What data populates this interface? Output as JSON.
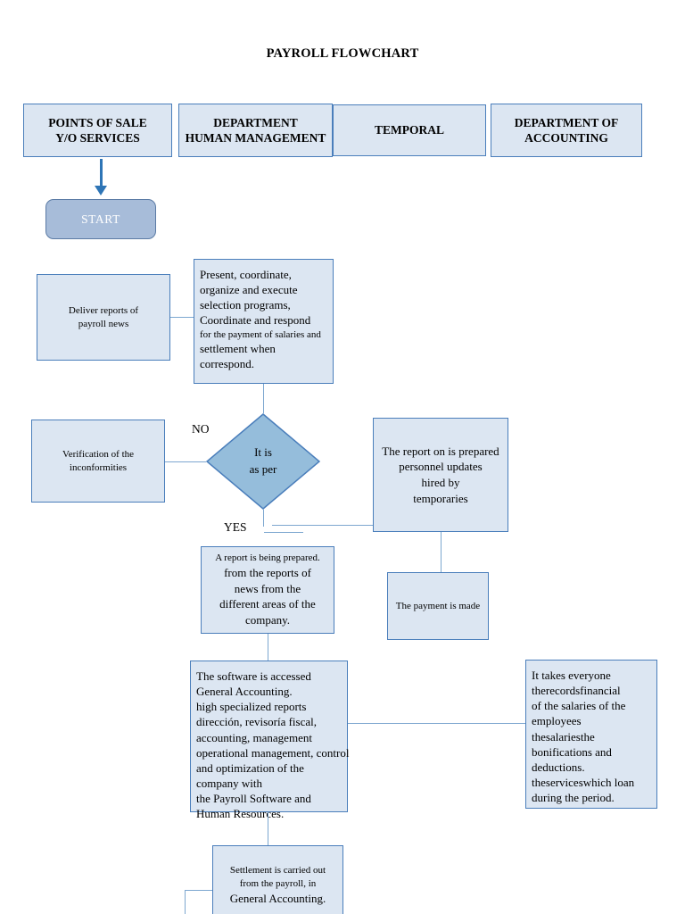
{
  "title": "PAYROLL FLOWCHART",
  "colors": {
    "box_fill": "#dce6f2",
    "box_border": "#4a7ebb",
    "diamond_fill": "#95bddb",
    "diamond_border": "#4a7ebb",
    "start_fill": "#a7bcd9",
    "start_border": "#5b7ba5",
    "start_text": "#ffffff",
    "connector": "#7da7d0",
    "arrow": "#2e75b6",
    "text": "#000000",
    "background": "#ffffff"
  },
  "swimlane_headers": [
    {
      "id": "points-of-sale",
      "lines": [
        "POINTS OF SALE",
        "Y/O SERVICES"
      ]
    },
    {
      "id": "human-management",
      "lines": [
        "DEPARTMENT",
        "HUMAN MANAGEMENT"
      ]
    },
    {
      "id": "temporal",
      "lines": [
        "TEMPORAL"
      ]
    },
    {
      "id": "accounting",
      "lines": [
        "DEPARTMENT OF",
        "ACCOUNTING"
      ]
    }
  ],
  "nodes": {
    "start": {
      "label": "START"
    },
    "deliver_reports": {
      "lines": [
        "Deliver reports of",
        "payroll news"
      ]
    },
    "present_coordinate": {
      "lines": [
        "Present, coordinate,",
        "organize and execute",
        "selection programs,",
        "Coordinate and respond",
        "for the payment of salaries and",
        "settlement when",
        "correspond."
      ]
    },
    "verification": {
      "lines": [
        "Verification of the",
        "inconformities"
      ]
    },
    "decision": {
      "lines": [
        "It is",
        "as per"
      ]
    },
    "report_prepared": {
      "lines": [
        "The report on is prepared",
        "personnel updates",
        "hired by",
        "temporaries"
      ]
    },
    "report_being_prepared": {
      "lines": [
        "A report is being prepared.",
        "from the reports of",
        "news from the",
        "different areas of the",
        "company."
      ]
    },
    "payment_made": {
      "lines": [
        "The payment is made"
      ]
    },
    "software_accessed": {
      "lines": [
        "The software is accessed",
        "General Accounting.",
        "high specialized reports",
        "dirección, revisoría fiscal,",
        "accounting, management",
        "operational management, control",
        "and optimization of the",
        "company with",
        "the Payroll Software and",
        "Human Resources."
      ]
    },
    "takes_everyone": {
      "lines": [
        "It takes everyone",
        "therecordsfinancial",
        "of the salaries of the",
        "employees",
        "thesalariesthe",
        "bonifications and",
        "deductions.",
        "theserviceswhich loan",
        "during the period."
      ]
    },
    "settlement": {
      "lines": [
        "Settlement is carried out",
        "from the payroll, in",
        "General Accounting."
      ]
    }
  },
  "branch_labels": {
    "no": "NO",
    "yes": "YES"
  }
}
